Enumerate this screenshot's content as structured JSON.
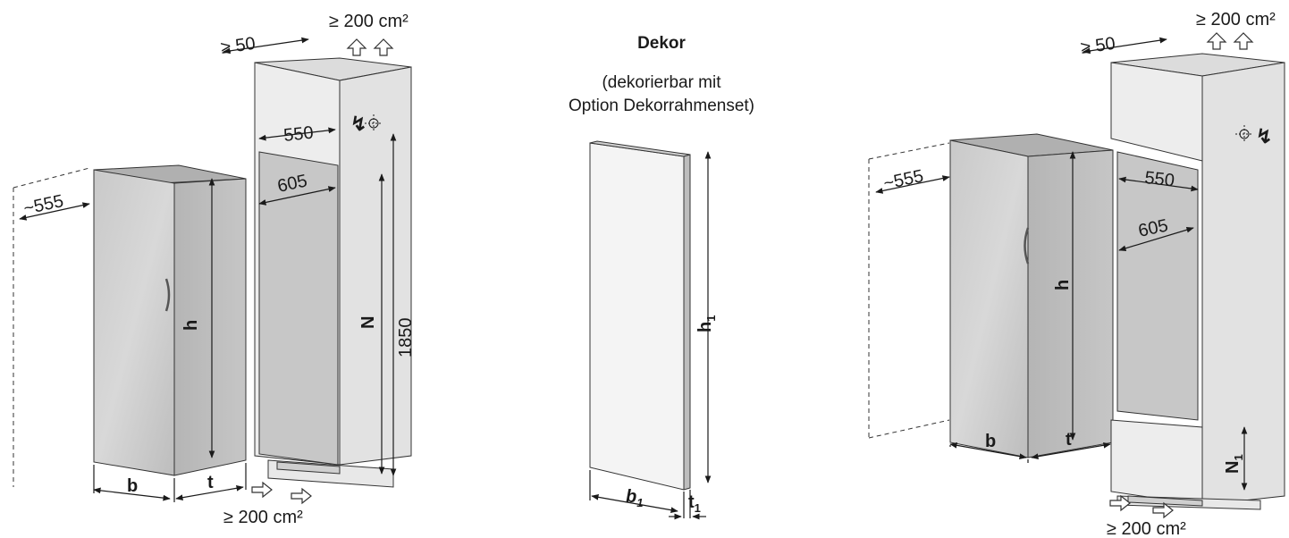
{
  "decor": {
    "title": "Dekor",
    "note_line1": "(dekorierbar mit",
    "note_line2": "Option Dekorrahmenset)"
  },
  "labels": {
    "min_50": "≥ 50",
    "vent_area": "≥ 200 cm²",
    "depth_550": "550",
    "depth_605": "605",
    "approx_555": "~555",
    "niche_N": "N",
    "height_1850": "1850",
    "height_h": "h",
    "width_b": "b",
    "depth_t": "t",
    "decor_h1": "h",
    "decor_b1": "b",
    "decor_t1": "t",
    "sub_1": "1",
    "niche_N1": "N",
    "electric_symbol": "↯"
  }
}
